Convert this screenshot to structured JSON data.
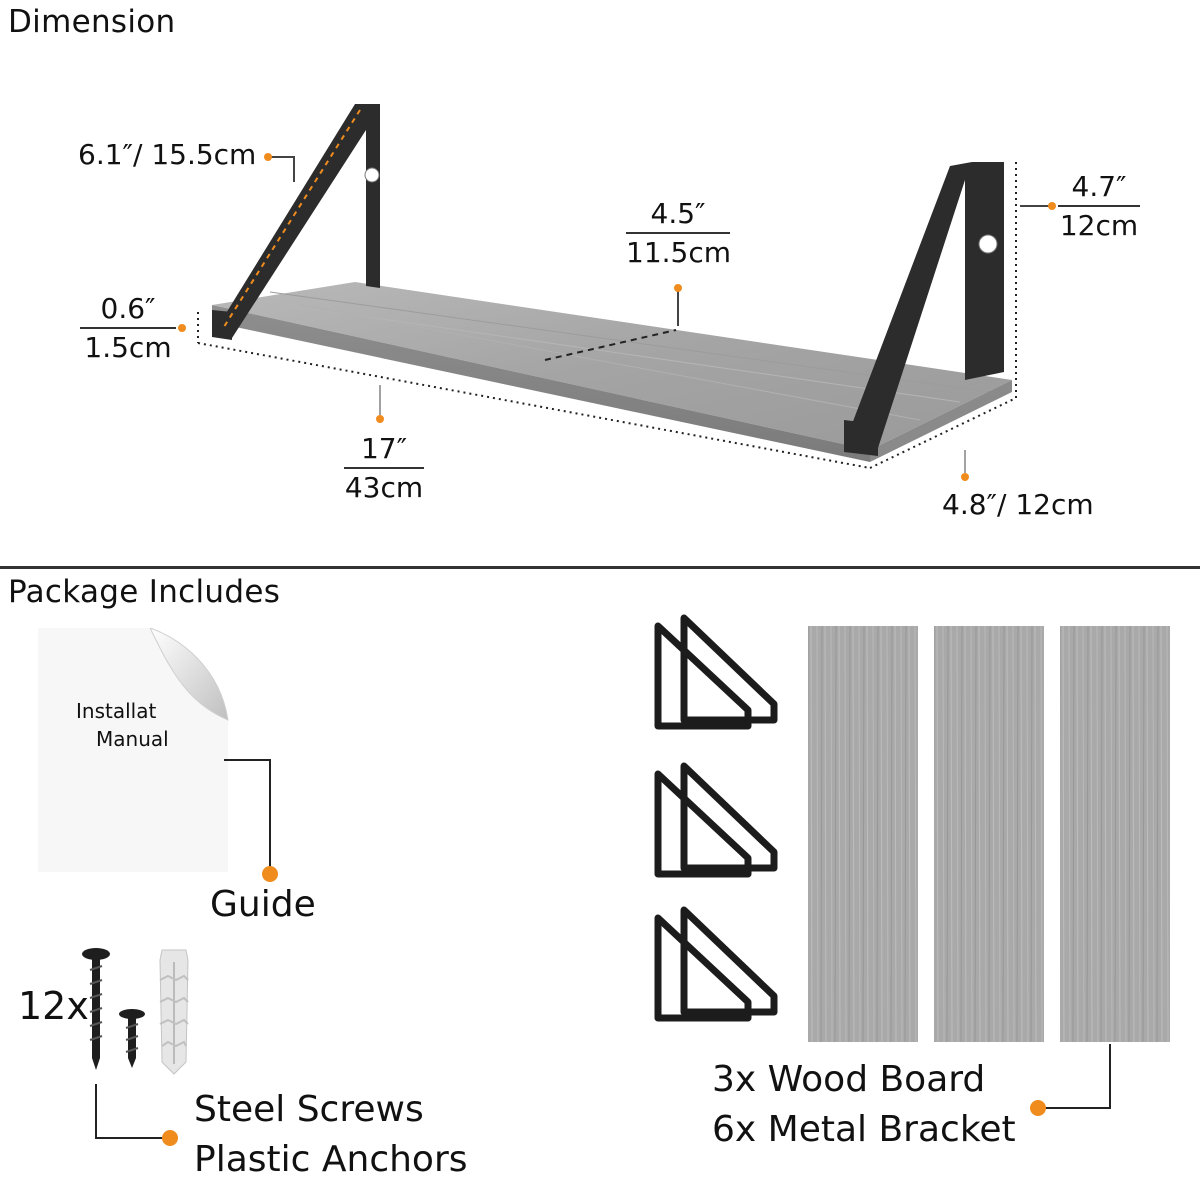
{
  "sections": {
    "dimension_title": "Dimension",
    "package_title": "Package Includes"
  },
  "dimensions": {
    "bracket_length": "6.1″/ 15.5cm",
    "board_thickness_in": "0.6″",
    "board_thickness_cm": "1.5cm",
    "board_length_in": "17″",
    "board_length_cm": "43cm",
    "mid_depth_in": "4.5″",
    "mid_depth_cm": "11.5cm",
    "height_in": "4.7″",
    "height_cm": "12cm",
    "board_width": "4.8″/ 12cm"
  },
  "package": {
    "manual_line1": "Installat",
    "manual_line2": "Manual",
    "guide_label": "Guide",
    "screws_count": "12x",
    "screws_line1": "Steel Screws",
    "screws_line2": "Plastic Anchors",
    "boards_line1": "3x Wood Board",
    "boards_line2": "6x Metal Bracket"
  },
  "colors": {
    "accent_orange": "#f08c1e",
    "bracket_black": "#2a2a2a",
    "wood_gray": "#a9a9a9",
    "divider": "#333333"
  }
}
